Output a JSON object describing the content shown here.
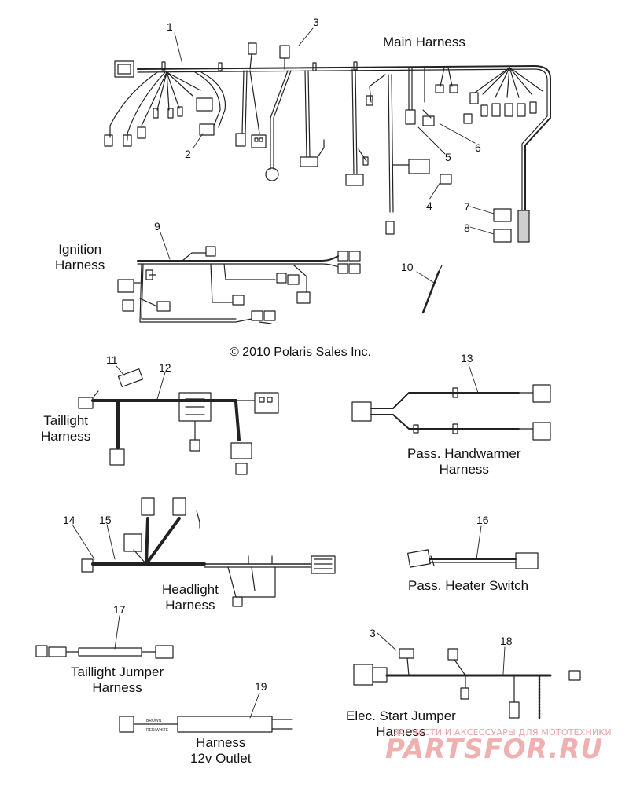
{
  "title": "Main Harness",
  "copyright": "© 2010 Polaris Sales Inc.",
  "assemblies": {
    "ignition": "Ignition\nHarness",
    "taillight": "Taillight\nHarness",
    "handwarmer": "Pass. Handwarmer\nHarness",
    "headlight": "Headlight\nHarness",
    "heater_switch": "Pass. Heater Switch",
    "taillight_jumper": "Taillight Jumper\nHarness",
    "elec_start": "Elec. Start Jumper\nHarness",
    "outlet": "Harness\n12v Outlet"
  },
  "callouts": {
    "n1": "1",
    "n2": "2",
    "n3a": "3",
    "n3b": "3",
    "n4": "4",
    "n5": "5",
    "n6": "6",
    "n7": "7",
    "n8": "8",
    "n9": "9",
    "n10": "10",
    "n11": "11",
    "n12": "12",
    "n13": "13",
    "n14": "14",
    "n15": "15",
    "n16": "16",
    "n17": "17",
    "n18": "18",
    "n19": "19"
  },
  "wire_labels": {
    "outlet_top": "BROWN",
    "outlet_bottom": "RED/WHITE"
  },
  "watermark": {
    "line1": "ЗАПЧАСТИ И АКСЕССУАРЫ ДЛЯ МОТОТЕХНИКИ",
    "line2": "PARTSFOR.RU"
  },
  "colors": {
    "ink": "#111111",
    "watermark": "#e8a3a3"
  }
}
